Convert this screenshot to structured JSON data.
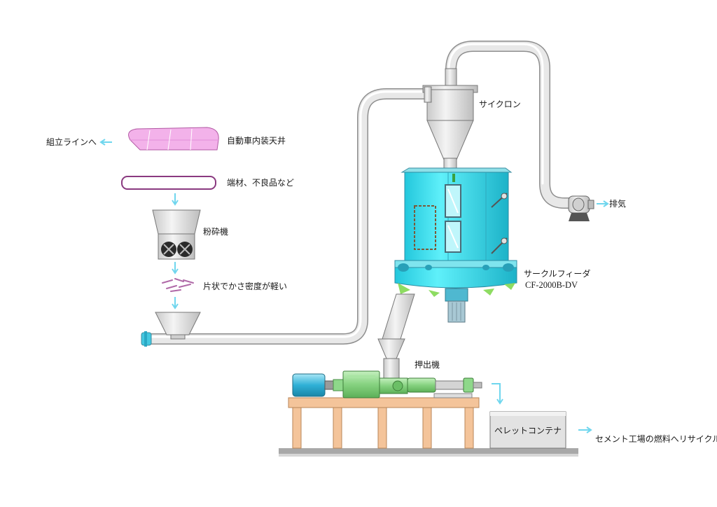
{
  "labels": {
    "ceiling": "自動車内装天井",
    "to_assembly": "組立ラインへ",
    "scraps": "端材、不良品など",
    "crusher": "粉砕機",
    "flakes": "片状でかさ密度が軽い",
    "cyclone": "サイクロン",
    "exhaust": "排気",
    "feeder_name": "サークルフィーダ",
    "feeder_model": "CF-2000B-DV",
    "extruder": "押出機",
    "container": "ペレットコンテナ",
    "recycle": "セメント工場の燃料へリサイクル"
  },
  "colors": {
    "feeder": "#48e8f4",
    "feeder_dark": "#1fb8cc",
    "extruder": "#8ed88a",
    "motor": "#34b8d8",
    "pipe": "#e2e2e2",
    "frame": "#f4c49a",
    "ceiling_panel": "#f0a6e8",
    "flow_arrow": "#6fd6ee",
    "container": "#dedede"
  },
  "icons": [
    "arrow-icon",
    "roller-icon"
  ]
}
